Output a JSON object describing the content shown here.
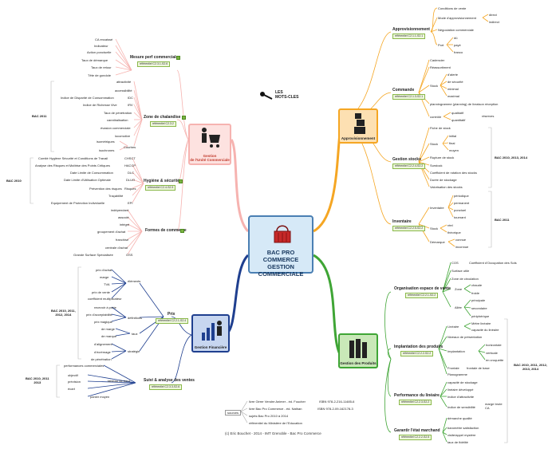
{
  "center": {
    "line1": "BAC PRO COMMERCE",
    "line2": "GESTION COMMERCIALE",
    "icon": "shopping-basket-icon"
  },
  "legend": {
    "line1": "LES",
    "line2": "MOTS-CLES",
    "icon": "keys-icon"
  },
  "branches": {
    "approvisionnement": {
      "title": "Approvisionnement",
      "color": "#f5a623",
      "icon": "stacked-boxes-icon"
    },
    "produits": {
      "title": "Gestion des Produits",
      "color": "#3fa535",
      "icon": "products-shelf-icon"
    },
    "financiere": {
      "title": "Gestion Financière",
      "color": "#1f3f8f",
      "icon": "finance-chart-icon"
    },
    "unite": {
      "title": "Gestion\nde l'Unité Commerciale",
      "color": "#f6b3b0",
      "icon": "shopping-cart-person-icon"
    }
  },
  "appro": {
    "main": "Approvisionnement",
    "main_ref": "référentiel C2.1.1-S2.1",
    "l1": [
      "Conditions de vente",
      "Mode d'approvisionnement",
      "Négociation commerciale",
      "Port"
    ],
    "mode": [
      "direct",
      "indirect"
    ],
    "port": [
      "dû",
      "payé",
      "franco"
    ],
    "commande": "Commande",
    "commande_ref": "référentiel C2.1.3-S2.1",
    "commande_items": [
      "Cadencier",
      "Réassortiment",
      "Stock",
      "planningramme (planning) de livraison réception",
      "contrôle"
    ],
    "stock_items": [
      "d'alerte",
      "de sécurité",
      "minimal",
      "maximal"
    ],
    "controle": [
      "qualitatif",
      "quantitatif"
    ],
    "reserves": "réserves",
    "gestion_stocks": "Gestion stocks",
    "gestion_ref": "référentiel C2.2.4-S2.2",
    "gestion_items": [
      "Fiche de stock",
      "Stock",
      "Rupture de stock",
      "Surstock",
      "Coefficient de rotation des stocks",
      "Durée de stockage",
      "Valorisation des stocks"
    ],
    "gstock_items": [
      "initial",
      "final",
      "moyen"
    ],
    "inventaire": "Inventaire",
    "inventaire_ref": "référentiel C2.2.5-S2.2",
    "inv_l1": [
      "Inventaire",
      "Stock",
      "Démarque"
    ],
    "inventaire_items": [
      "périodique",
      "permanent",
      "ponctuel",
      "tournant"
    ],
    "inv_stock": [
      "réel",
      "théorique"
    ],
    "demarque": [
      "connue",
      "inconnue"
    ],
    "bac1": "BAC 2010, 2013, 2014",
    "bac2": "BAC 2011"
  },
  "produits": {
    "org": "Organisation espace de vente",
    "org_ref": "référentiel C2.2.1-S2.2",
    "org_l1": [
      "COS",
      "Surface utile",
      "Zone de circulation",
      "Zone",
      "Allée"
    ],
    "cos_desc": "Coefficient d'Occupation des Sols",
    "zone_items": [
      "chaude",
      "froide"
    ],
    "allee_items": [
      "principale",
      "secondaire",
      "périphérique"
    ],
    "impl": "Implantation des produits",
    "impl_ref": "référentiel C2.2.2-S2.2",
    "impl_l1": [
      "Linéaire",
      "Niveaux de présentation",
      "Implantation",
      "Frontale",
      "Planogramme"
    ],
    "lineaire_items": [
      "Mètre linéaire",
      "capacité du linéaire"
    ],
    "impl_items": [
      "horizontale",
      "verticale",
      "en croquette"
    ],
    "frontale": "frontale de base",
    "perf": "Performance du linéaire",
    "perf_ref": "référentiel C2.2.3-S2.2",
    "perf_l1": [
      "capacité de stockage",
      "linéaire développé",
      "Indice d'attractivité",
      "Indice de sensibilité"
    ],
    "marge": "marge brute CA",
    "garantir": "Garantir l'état marchand",
    "garantir_ref": "référentiel C2.2.2-S2.5",
    "garantir_items": [
      "démarche qualité",
      "baromètre satisfaction",
      "visite/appel mystère",
      "taux de fidélité"
    ],
    "bac": "BAC 2010, 2011, 2012, 2013, 2014"
  },
  "financiere": {
    "prix": "Prix",
    "prix_ref": "référentiel C2.2.1-S2.4",
    "elements": "éléments",
    "elements_items": [
      "prix d'achat",
      "marge",
      "TVA",
      "prix de vente",
      "coefficient multiplicateur"
    ],
    "definitions": "définitions",
    "def_items": [
      "recevoir à porte",
      "prix d'acceptabilité",
      "prix magique"
    ],
    "taux": "taux",
    "taux_items": [
      "de marge",
      "de marque"
    ],
    "strategie": "stratégie",
    "strat_items": [
      "d'alignement",
      "d'écrémage",
      "de pénétration"
    ],
    "suivi": "Suivi & analyse des ventes",
    "suivi_ref": "référentiel C2.3.3-S2.6",
    "tableau": "tableau de bord",
    "tableau_items": [
      "performances commerciales",
      "objectif",
      "prévision",
      "écart",
      "panier moyen"
    ],
    "bac1": "BAC 2010, 2011,\n2012, 2014",
    "bac2": "BAC 2010, 2011\n2013"
  },
  "unite": {
    "mesure": "Mesure perf commerciales",
    "mesure_ref": "référentiel C2.3.1-S2.6",
    "mesure_items": [
      "CA encaissé",
      "Indicateur",
      "Action ponctuelle",
      "Taux de démarque",
      "Taux de retour",
      "Tête de gondole"
    ],
    "zone": "Zone de chalandise",
    "zone_ref": "référentiel C2.3.2",
    "zone_items": [
      "attractivité",
      "accessibilité",
      "Indice de Disparité de Consommation",
      "Indice de Richesse Vive",
      "Taux de pénétration",
      "cannibalisation",
      "évasion commerciale",
      "locomotive",
      "isométriques",
      "isochrones"
    ],
    "zone_abbr": [
      "IDC",
      "IRV"
    ],
    "courbes": "Courbes",
    "hygiene": "Hygiène & sécurité",
    "hygiene_ref": "référentiel C2.4-S2.5",
    "hygiene_items": [
      "Comité Hygiène Sécurité et Conditions de Travail",
      "Analyse des Risques et Maîtrise des Points Critiques",
      "Date Limite de Consommation",
      "Date Limite d'Utilisation Optimale",
      "Prévention des risques",
      "Traçabilité",
      "Equipement de Protection Individuelle"
    ],
    "hygiene_abbr": [
      "CHSCT",
      "HACCP",
      "DLC",
      "DLUO",
      "Risques",
      "EPI"
    ],
    "formes": "Formes de commerce",
    "formes_items": [
      "indépendant",
      "associé",
      "intégré",
      "groupement d'achat",
      "franchise",
      "centrale d'achat",
      "Grande Surface Spécialisée"
    ],
    "formes_abbr": "GSS",
    "bac1": "BAC 2011",
    "bac2": "BAC 2010"
  },
  "sources": {
    "label": "sources",
    "items": [
      "livre Gérer Vendre Animer - éd. Foucher",
      "livre Bac Pro Commerce - éd. Nathan",
      "sujets Bac Pro 2010 à 2014",
      "référentiel du Ministère de l'Education"
    ],
    "isbn": [
      "ISBN 978-2-216-11485-6",
      "ISBN 978-2-09-162178-3"
    ]
  },
  "footer": "(c) Eric Bouchet - 2014 - IMT Grenoble - Bac Pro Commerce"
}
